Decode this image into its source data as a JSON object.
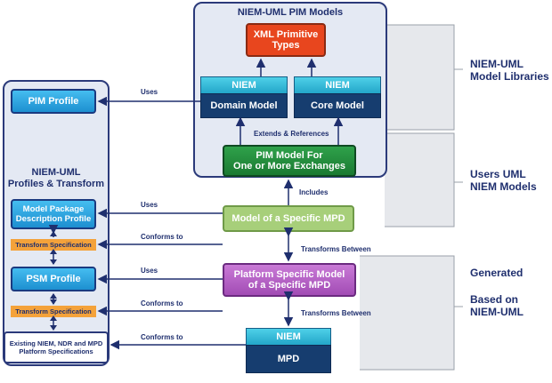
{
  "pim_models_panel": {
    "title": "NIEM-UML PIM Models"
  },
  "profiles_panel": {
    "title_line1": "NIEM-UML",
    "title_line2": "Profiles & Transform"
  },
  "boxes": {
    "xml_primitive": {
      "line1": "XML Primitive",
      "line2": "Types"
    },
    "domain_model": {
      "top": "NIEM",
      "bottom": "Domain Model"
    },
    "core_model": {
      "top": "NIEM",
      "bottom": "Core Model"
    },
    "pim_model": {
      "line1": "PIM Model For",
      "line2": "One or More Exchanges"
    },
    "model_mpd": {
      "label": "Model of a Specific MPD"
    },
    "psm_mpd": {
      "line1": "Platform Specific Model",
      "line2": "of a Specific MPD"
    },
    "niem_mpd": {
      "top": "NIEM",
      "bottom": "MPD"
    },
    "pim_profile": {
      "label": "PIM Profile"
    },
    "mpd_profile": {
      "line1": "Model Package",
      "line2": "Description Profile"
    },
    "psm_profile": {
      "label": "PSM Profile"
    },
    "existing_specs": {
      "line1": "Existing NIEM, NDR and MPD",
      "line2": "Platform Specifications"
    }
  },
  "transform_spec_labels": [
    "Transform Specification",
    "Transform Specification"
  ],
  "edge_labels": {
    "uses_pim": "Uses",
    "extends_refs": "Extends & References",
    "includes": "Includes",
    "uses_mpd": "Uses",
    "conforms_1": "Conforms to",
    "transforms_1": "Transforms Between",
    "uses_psm": "Uses",
    "conforms_2": "Conforms to",
    "transforms_2": "Transforms Between",
    "conforms_3": "Conforms to"
  },
  "brackets": {
    "libraries": {
      "line1": "NIEM-UML",
      "line2": "Model Libraries"
    },
    "users": {
      "line1": "Users UML",
      "line2": "NIEM Models"
    },
    "generated": {
      "line1": "Generated",
      "line2": "Based on",
      "line3": "NIEM-UML"
    }
  },
  "colors": {
    "navy": "#1f2f6e",
    "xml_red": "#e8461e",
    "pim_green": "#1f8a3a",
    "model_light_green": "#a7cf7a",
    "psm_purple": "#b25cc2",
    "niem_teal": "#2bb6d6",
    "niem_dark": "#163d6f",
    "profile_blue": "#2ba8e6",
    "transform_orange": "#f4a23a"
  }
}
